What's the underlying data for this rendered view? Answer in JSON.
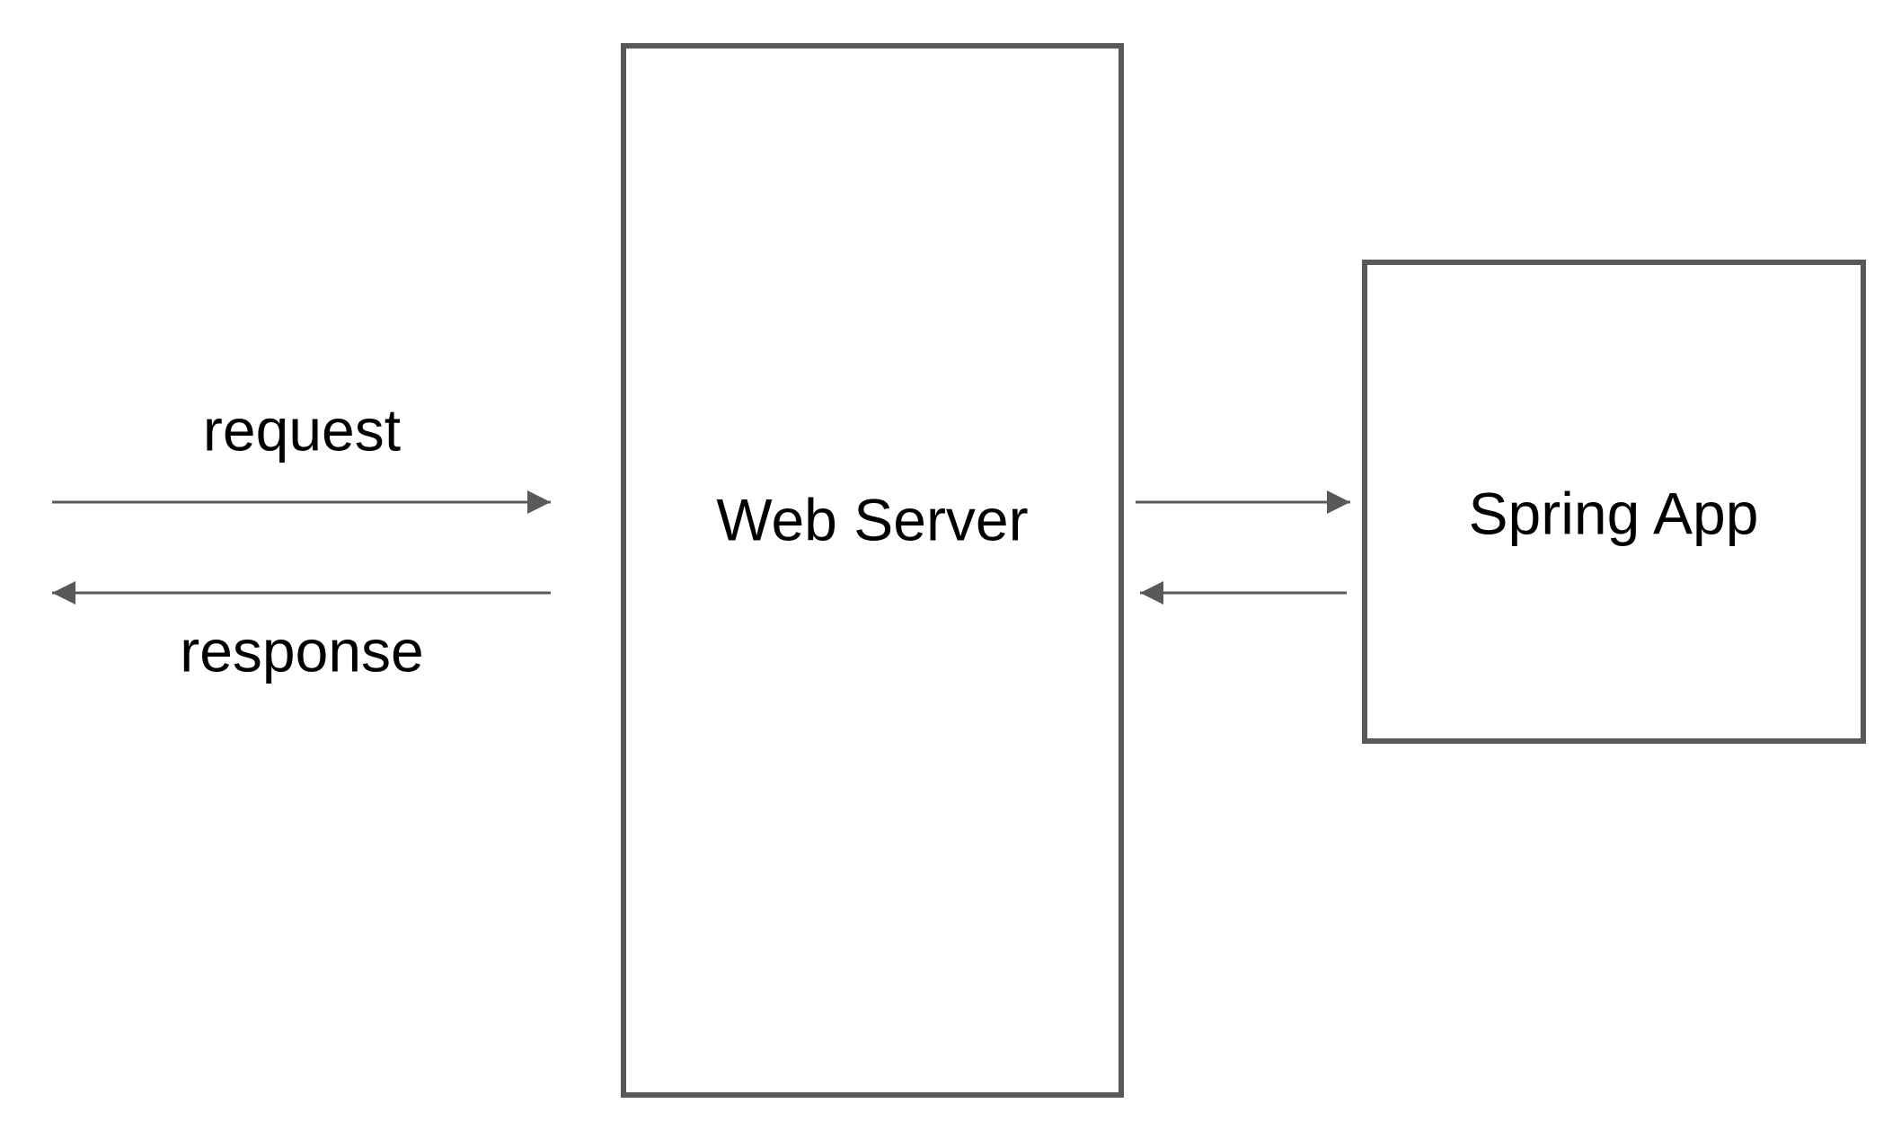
{
  "nodes": [
    {
      "id": "web-server",
      "label": "Web Server"
    },
    {
      "id": "spring-app",
      "label": "Spring App"
    }
  ],
  "edges": [
    {
      "from": "client",
      "to": "web-server",
      "label": "request"
    },
    {
      "from": "web-server",
      "to": "client",
      "label": "response"
    },
    {
      "from": "web-server",
      "to": "spring-app",
      "label": ""
    },
    {
      "from": "spring-app",
      "to": "web-server",
      "label": ""
    }
  ],
  "colors": {
    "stroke": "#595959",
    "text": "#000000",
    "background": "#ffffff"
  }
}
